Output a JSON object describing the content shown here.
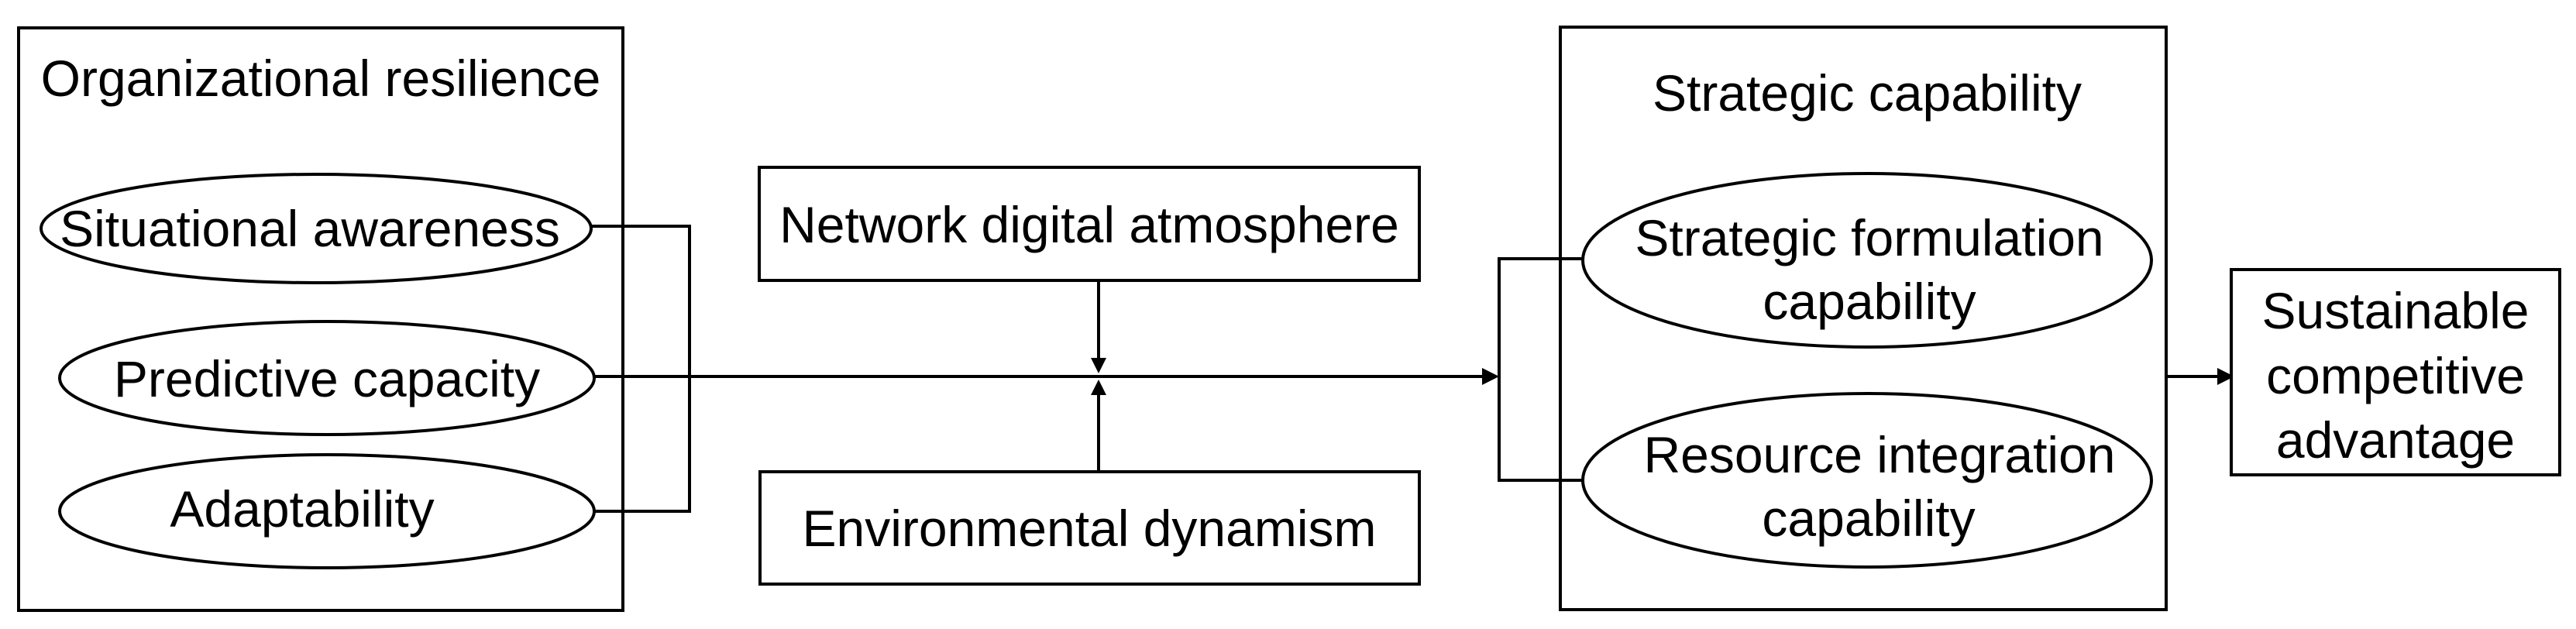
{
  "org_resilience": {
    "title": "Organizational resilience",
    "items": [
      "Situational awareness",
      "Predictive capacity",
      "Adaptability"
    ]
  },
  "moderators": {
    "network": "Network digital atmosphere",
    "environmental": "Environmental dynamism"
  },
  "strategic_capability": {
    "title": "Strategic capability",
    "formulation": [
      "Strategic formulation",
      "capability"
    ],
    "integration": [
      "Resource integration",
      "capability"
    ]
  },
  "outcome": [
    "Sustainable",
    "competitive",
    "advantage"
  ]
}
